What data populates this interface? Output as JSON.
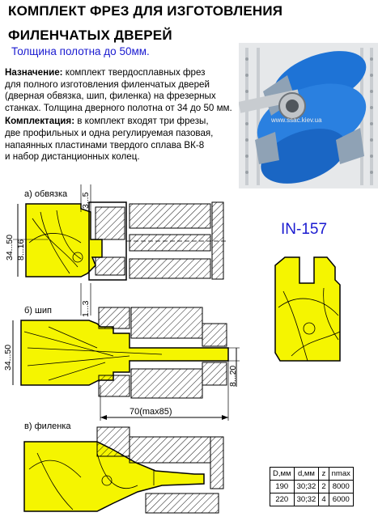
{
  "title_line1": "КОМПЛЕКТ ФРЕЗ ДЛЯ  ИЗГОТОВЛЕНИЯ",
  "title_line2": "ФИЛЕНЧАТЫХ ДВЕРЕЙ",
  "thickness": "Толщина полотна до 50мм.",
  "purpose_label": "Назначение:",
  "purpose_text": [
    " комплект твердосплавных фрез",
    " для полного изготовления филенчатых дверей",
    "(дверная обвязка, шип, филенка) на фрезерных",
    "станках. Толщина дверного полотна от 34 до 50 мм."
  ],
  "kit_label": "Комплектация:",
  "kit_text": [
    " в комплект входят три фрезы,",
    "две профильных и одна регулируемая пазовая,",
    "напаянных пластинами твердого сплава ВК-8",
    "и набор дистанционных колец."
  ],
  "photo_watermark": "www.ssac.kiev.ua",
  "product_code": "IN-157",
  "section_a": "а) обвязка",
  "section_b": "б) шип",
  "section_c": "в) филенка",
  "dims": {
    "a_top": "3...5",
    "a_thick": "34...50",
    "a_groove": "8...16",
    "a_bottom": "1...3",
    "b_thick": "34...50",
    "b_tenon": "8...20",
    "b_length": "70(max85)"
  },
  "spec_table": {
    "headers": [
      "D,мм",
      "d,мм",
      "z",
      "nmax"
    ],
    "rows": [
      [
        "190",
        "30;32",
        "2",
        "8000"
      ],
      [
        "220",
        "30;32",
        "4",
        "6000"
      ]
    ]
  },
  "colors": {
    "wood": "#f5f500",
    "cutter_blue": "#1e73d6",
    "text_blue": "#1a1ad0"
  }
}
